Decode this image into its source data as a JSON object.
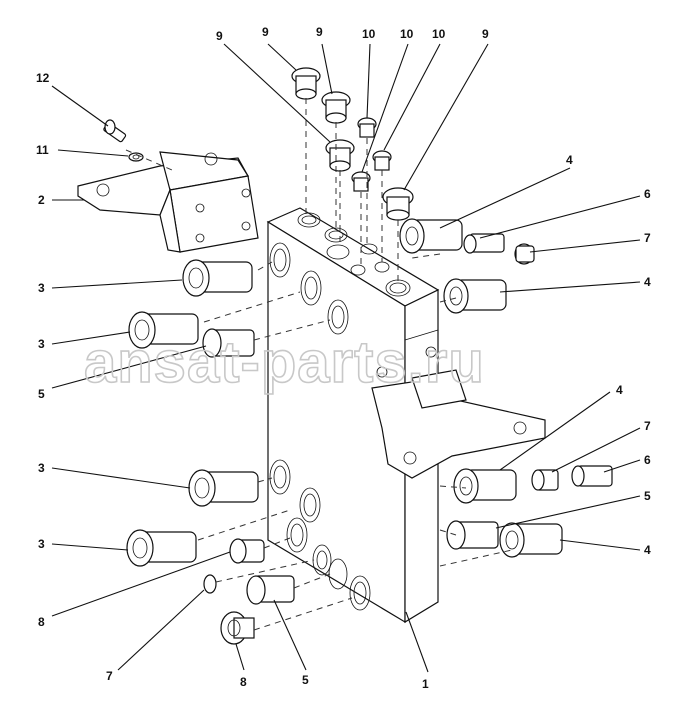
{
  "watermark": "ansat-parts.ru",
  "callouts": [
    {
      "id": "c12-top",
      "text": "12"
    },
    {
      "id": "c11",
      "text": "11"
    },
    {
      "id": "c2",
      "text": "2"
    },
    {
      "id": "c3-a",
      "text": "3"
    },
    {
      "id": "c3-b",
      "text": "3"
    },
    {
      "id": "c5-a",
      "text": "5"
    },
    {
      "id": "c3-c",
      "text": "3"
    },
    {
      "id": "c3-d",
      "text": "3"
    },
    {
      "id": "c8-a",
      "text": "8"
    },
    {
      "id": "c7-a",
      "text": "7"
    },
    {
      "id": "c8-b",
      "text": "8"
    },
    {
      "id": "c5-b",
      "text": "5"
    },
    {
      "id": "c1",
      "text": "1"
    },
    {
      "id": "c9-a",
      "text": "9"
    },
    {
      "id": "c9-b",
      "text": "9"
    },
    {
      "id": "c9-c",
      "text": "9"
    },
    {
      "id": "c10-a",
      "text": "10"
    },
    {
      "id": "c10-b",
      "text": "10"
    },
    {
      "id": "c10-c",
      "text": "10"
    },
    {
      "id": "c9-d",
      "text": "9"
    },
    {
      "id": "c4-a",
      "text": "4"
    },
    {
      "id": "c6-a",
      "text": "6"
    },
    {
      "id": "c7-b",
      "text": "7"
    },
    {
      "id": "c4-b",
      "text": "4"
    },
    {
      "id": "c4-c",
      "text": "4"
    },
    {
      "id": "c7-c",
      "text": "7"
    },
    {
      "id": "c6-b",
      "text": "6"
    },
    {
      "id": "c5-c",
      "text": "5"
    },
    {
      "id": "c4-d",
      "text": "4"
    }
  ]
}
